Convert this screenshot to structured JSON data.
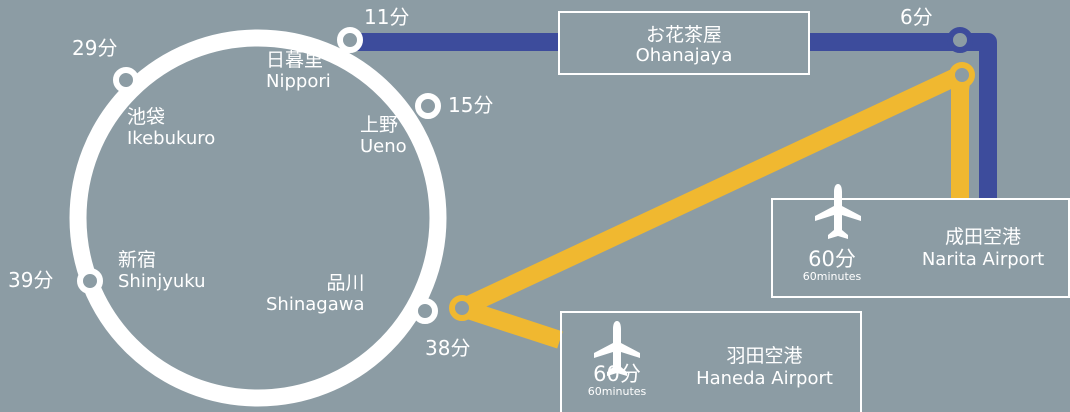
{
  "colors": {
    "background": "#8c9ca4",
    "loop_line": "#ffffff",
    "skyliner_line": "#3d4c9c",
    "access_line": "#f0b830",
    "text": "#ffffff"
  },
  "stations": {
    "nippori": {
      "jp": "日暮里",
      "en": "Nippori",
      "time": "11分"
    },
    "ueno": {
      "jp": "上野",
      "en": "Ueno",
      "time": "15分"
    },
    "ikebukuro": {
      "jp": "池袋",
      "en": "Ikebukuro",
      "time": "29分"
    },
    "shinjuku": {
      "jp": "新宿",
      "en": "Shinjyuku",
      "time": "39分"
    },
    "shinagawa": {
      "jp": "品川",
      "en": "Shinagawa",
      "time": "38分"
    }
  },
  "ohanajaya": {
    "jp": "お花茶屋",
    "en": "Ohanajaya",
    "time": "6分"
  },
  "narita": {
    "jp": "成田空港",
    "en": "Narita Airport",
    "duration": "60分",
    "duration_en": "60minutes",
    "icon": "airplane-icon"
  },
  "haneda": {
    "jp": "羽田空港",
    "en": "Haneda Airport",
    "duration": "60分",
    "duration_en": "60minutes",
    "icon": "airplane-icon"
  }
}
